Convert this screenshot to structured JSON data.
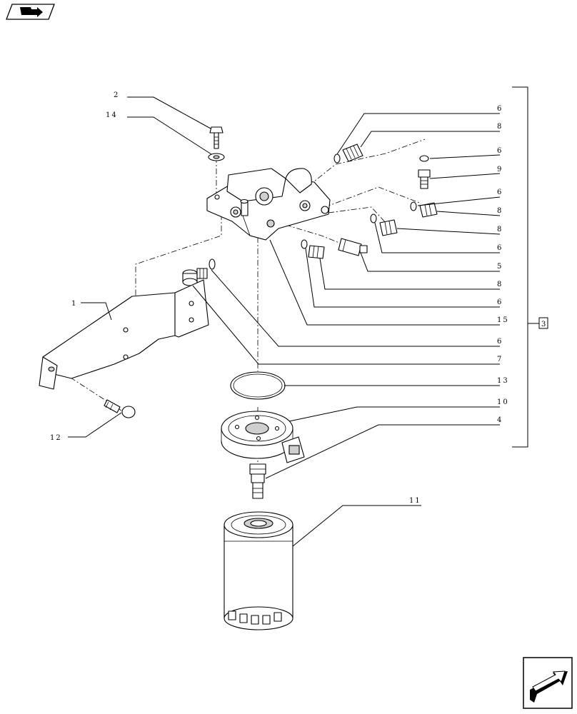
{
  "nav": {
    "top_icon": "book-with-arrow-icon",
    "bottom_icon": "next-page-arrow-icon"
  },
  "diagram": {
    "group_label": "3",
    "callouts": {
      "c2": "2",
      "c14": "14",
      "c1": "1",
      "c12": "12",
      "r6a": "6",
      "r8a": "8",
      "r6b": "6",
      "r9": "9",
      "r6c": "6",
      "r8b": "8",
      "r8c": "8",
      "r6d": "6",
      "r5": "5",
      "r8d": "8",
      "r6e": "6",
      "r15": "15",
      "r6f": "6",
      "r7": "7",
      "r13": "13",
      "r10": "10",
      "r4": "4",
      "r11": "11"
    }
  }
}
